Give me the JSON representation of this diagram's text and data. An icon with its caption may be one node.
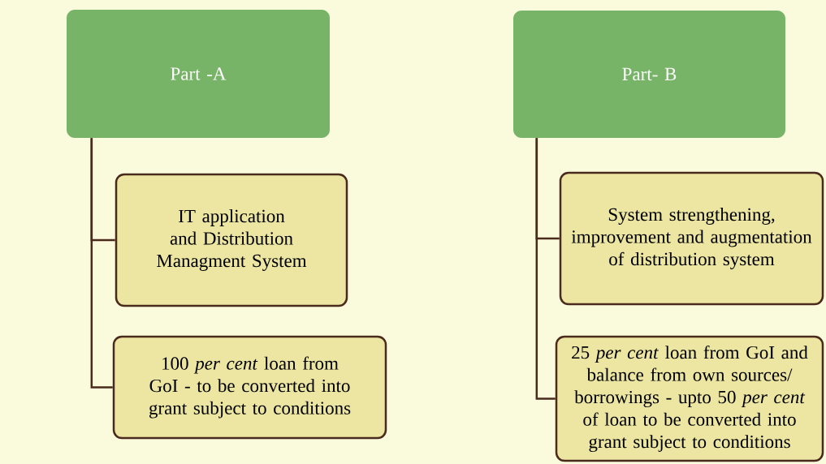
{
  "diagram": {
    "nodes": [
      {
        "text": [
          "Part -A"
        ]
      },
      {
        "text": [
          "IT application and Distribution Managment System"
        ]
      },
      {
        "text": [
          "100 *per cent* loan from GoI - to be converted into grant subject to conditions"
        ]
      },
      {
        "text": [
          "Part- B"
        ]
      },
      {
        "text": [
          "System strengthening, improvement and augmentation of distribution system"
        ]
      },
      {
        "text": [
          "25 *per cent* loan from GoI and balance from own sources/ borrowings - upto 50 *per cent* of loan  to be converted into grant subject to conditions"
        ]
      }
    ],
    "edges": [
      {
        "from": 0,
        "to": 1,
        "arrow": "none"
      },
      {
        "from": 0,
        "to": 2,
        "arrow": "none"
      },
      {
        "from": 3,
        "to": 4,
        "arrow": "none"
      },
      {
        "from": 3,
        "to": 5,
        "arrow": "none"
      }
    ]
  }
}
